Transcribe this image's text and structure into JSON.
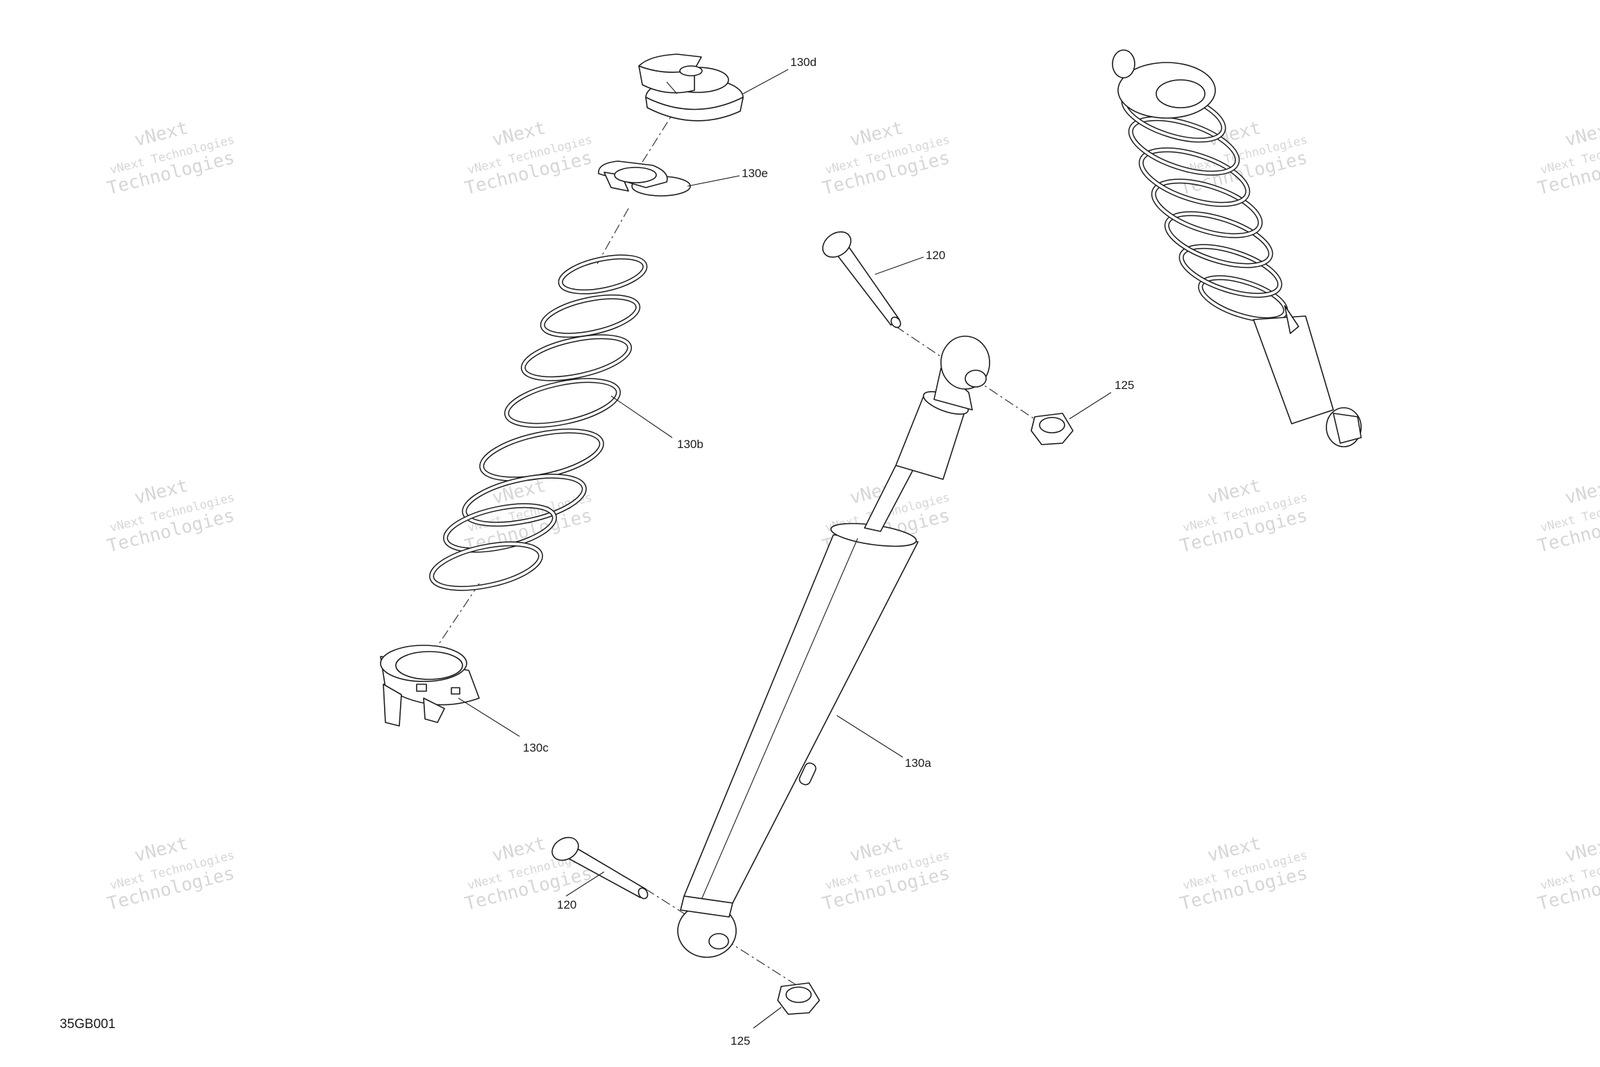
{
  "drawing_code": "35GB001",
  "watermark": {
    "line1": "vNext Technologies",
    "line2": "Technologies",
    "line3": "vNext"
  },
  "callouts": {
    "130d": "130d",
    "130e": "130e",
    "130b": "130b",
    "130c": "130c",
    "130a": "130a",
    "120_top": "120",
    "125_top": "125",
    "120_bottom": "120",
    "125_bottom": "125"
  }
}
